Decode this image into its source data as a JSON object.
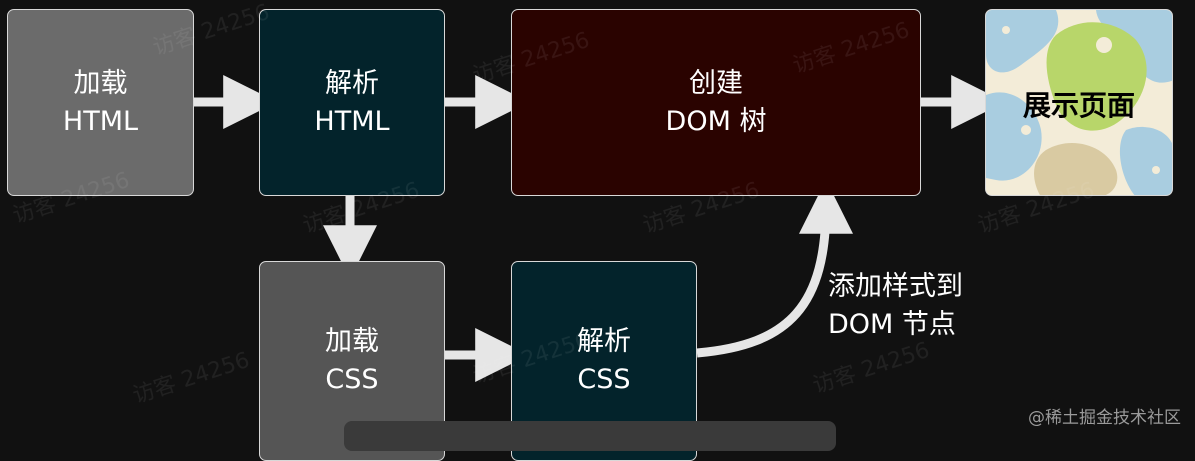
{
  "nodes": {
    "load_html": {
      "line1": "加载",
      "line2": "HTML"
    },
    "parse_html": {
      "line1": "解析",
      "line2": "HTML"
    },
    "create_dom": {
      "line1": "创建",
      "line2": "DOM 树"
    },
    "display": {
      "label": "展示页面"
    },
    "load_css": {
      "line1": "加载",
      "line2": "CSS"
    },
    "parse_css": {
      "line1": "解析",
      "line2": "CSS"
    }
  },
  "edge_label": {
    "line1": "添加样式到",
    "line2": "DOM 节点"
  },
  "watermarks": {
    "site": "@稀土掘金技术社区",
    "user": "访客 24256"
  },
  "colors": {
    "background": "#111111",
    "gray_box": "#6b6b6b",
    "teal_box": "#03232b",
    "maroon_box": "#2a0300",
    "arrow": "#e6e6e6"
  }
}
